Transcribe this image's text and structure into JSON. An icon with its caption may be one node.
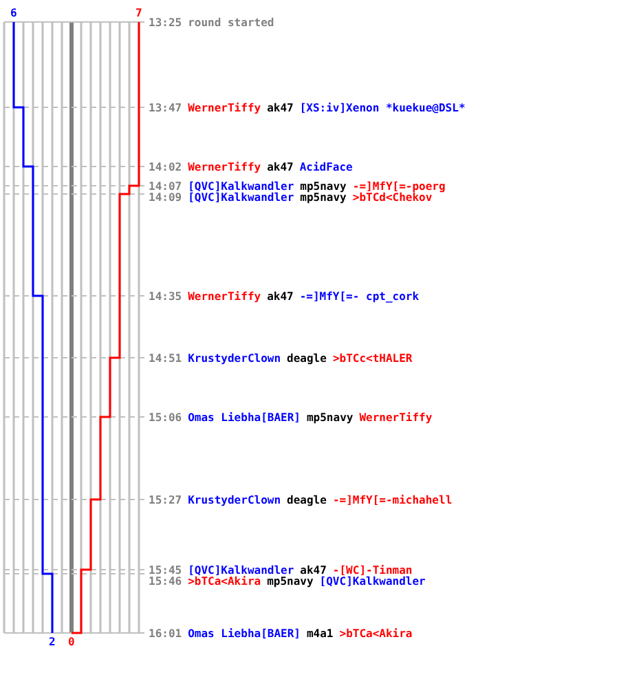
{
  "diagram": {
    "labels": [
      "6",
      "7",
      "13:25",
      "round started",
      "13:47",
      "WernerTiffy",
      "ak47",
      "[XS:iv]Xenon *kuekue@DSL*",
      "14:02",
      "WernerTiffy",
      "ak47",
      "AcidFace",
      "14:07",
      "[QVC]Kalkwandler",
      "mp5navy",
      "-=]MfY[=-poerg",
      "14:09",
      "[QVC]Kalkwandler",
      "mp5navy",
      ">bTCd<Chekov",
      "14:35",
      "WernerTiffy",
      "ak47",
      "-=]MfY[=- cpt_cork",
      "14:51",
      "KrustyderClown",
      "deagle",
      ">bTCc<tHALER",
      "15:06",
      "Omas Liebha[BAER]",
      "mp5navy",
      "WernerTiffy",
      "15:27",
      "KrustyderClown",
      "deagle",
      "-=]MfY[=-michahell",
      "15:45",
      "[QVC]Kalkwandler",
      "ak47",
      "-[WC]-Tinman",
      "15:46",
      ">bTCa<Akira",
      "mp5navy",
      "[QVC]Kalkwandler",
      "16:01",
      "Omas Liebha[BAER]",
      "m4a1",
      ">bTCa<Akira",
      "2",
      "0"
    ]
  }
}
